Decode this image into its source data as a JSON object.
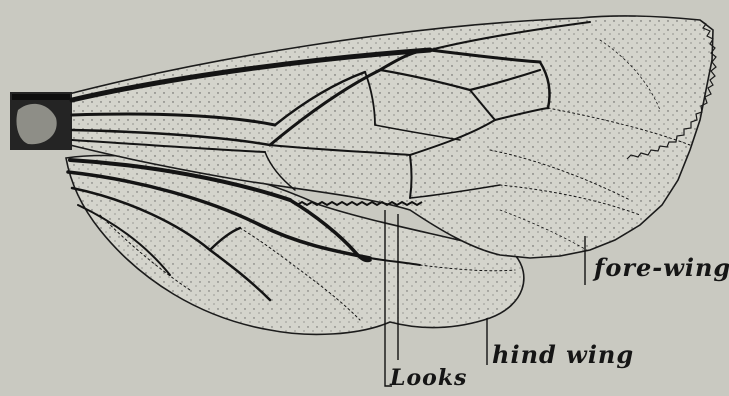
{
  "figure": {
    "labels": {
      "fore_wing": "fore-wing",
      "hind_wing": "hind wing",
      "hooks": "Looks"
    }
  },
  "colors": {
    "background": "#c9c9c1",
    "ink": "#151515",
    "wing_fill": "#d4d4cc"
  }
}
